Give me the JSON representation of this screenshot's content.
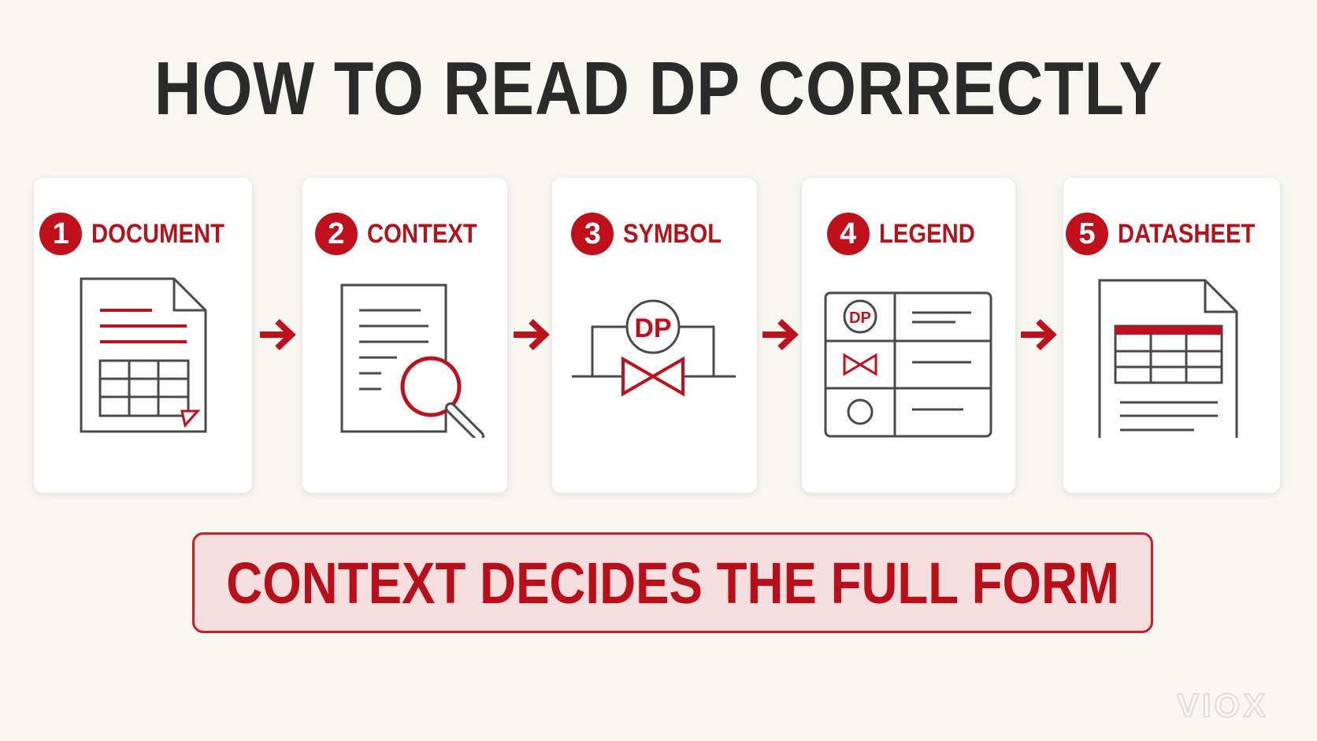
{
  "title": "HOW TO READ DP CORRECTLY",
  "steps": [
    {
      "number": "1",
      "label": "DOCUMENT",
      "icon": "document-table-icon"
    },
    {
      "number": "2",
      "label": "CONTEXT",
      "icon": "document-magnifier-icon"
    },
    {
      "number": "3",
      "label": "SYMBOL",
      "icon": "dp-valve-symbol-icon"
    },
    {
      "number": "4",
      "label": "LEGEND",
      "icon": "legend-table-icon"
    },
    {
      "number": "5",
      "label": "DATASHEET",
      "icon": "datasheet-icon"
    }
  ],
  "symbol_tag": "DP",
  "legend_tag": "DP",
  "banner": "CONTEXT DECIDES THE FULL FORM",
  "watermark": "VIOX",
  "colors": {
    "accent": "#c0101b",
    "background": "#f8f6f1",
    "banner_fill": "#f6dede",
    "icon_stroke": "#4a4a4a"
  }
}
